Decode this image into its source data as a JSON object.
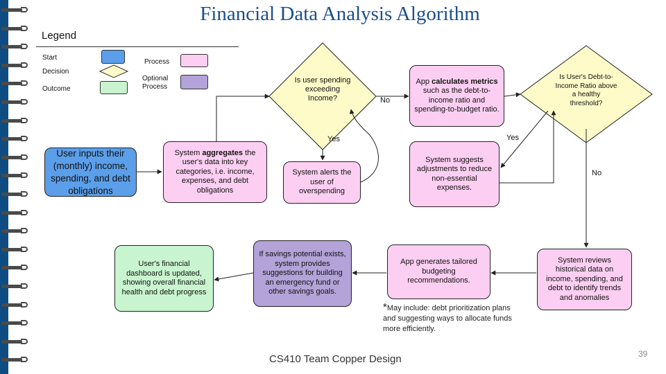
{
  "title": "Financial Data Analysis Algorithm",
  "legend": {
    "title": "Legend",
    "start": "Start",
    "decision": "Decision",
    "outcome": "Outcome",
    "process": "Process",
    "optional_process_line1": "Optional",
    "optional_process_line2": "Process"
  },
  "nodes": {
    "start": "User inputs their (monthly) income, spending, and debt obligations",
    "aggregate_pre": "System ",
    "aggregate_bold": "aggregates",
    "aggregate_post": " the user's data into key categories, i.e. income, expenses, and debt obligations",
    "decision_spending": "Is user spending exceeding Income?",
    "alert": "System alerts the user of overspending",
    "calc_pre": "App ",
    "calc_bold1": "calculates",
    "calc_bold2": "metrics",
    "calc_post": " such as the debt-to-income ratio and spending-to-budget ratio.",
    "decision_dti": "Is User's Debt-to-Income Ratio above a healthy threshold?",
    "suggest": "System suggests adjustments to reduce non-essential expenses.",
    "review": "System reviews historical data on income, spending, and debt to identify trends and anomalies",
    "budget": "App generates tailored budgeting recommendations.",
    "savings": "If savings potential exists, system provides suggestions for building an emergency fund or other savings goals.",
    "dashboard": "User's financial dashboard is updated, showing overall financial health and debt progress"
  },
  "edge_labels": {
    "no1": "No",
    "yes1": "Yes",
    "yes2": "Yes",
    "no2": "No"
  },
  "note": {
    "asterisk": "*",
    "text": "May include: debt prioritization plans and suggesting ways to allocate funds more efficiently."
  },
  "footer": "CS410 Team Copper Design",
  "page_number": "39",
  "colors": {
    "title": "#1c4f8a",
    "start": "#5b9fea",
    "process": "#fccff2",
    "decision": "#fffbc8",
    "outcome": "#c8f5cf",
    "optional_process": "#b3a3d8",
    "binder_spine": "#0f4c81"
  }
}
